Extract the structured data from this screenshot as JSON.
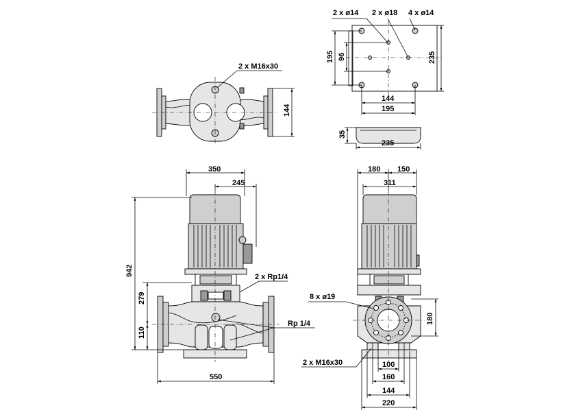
{
  "labels": {
    "top_view_bolts": "2 x M16x30",
    "top_view_dim_144": "144",
    "base_hole_a": "2 x ø14",
    "base_hole_b": "2 x ø18",
    "base_hole_c": "4 x ø14",
    "base_dim_195_v": "195",
    "base_dim_96": "96",
    "base_dim_235_v": "235",
    "base_dim_144": "144",
    "base_dim_195_h": "195",
    "base_side_dim_35": "35",
    "base_side_dim_235": "235",
    "front_dim_350": "350",
    "front_dim_245": "245",
    "front_dim_942": "942",
    "front_dim_279": "279",
    "front_dim_110": "110",
    "front_dim_550": "550",
    "front_conn_a": "2 x Rp1/4",
    "front_conn_b": "Rp 1/4",
    "side_dim_180a": "180",
    "side_dim_150": "150",
    "side_dim_311": "311",
    "side_holes": "8  x ø19",
    "side_dim_180v": "180",
    "side_bolts": "2 x M16x30",
    "side_dim_100": "100",
    "side_dim_160": "160",
    "side_dim_144": "144",
    "side_dim_220": "220"
  },
  "colors": {
    "line": "#000000",
    "fill_grey": "#cfcfcf",
    "fill_light": "#e6e6e6",
    "fill_dark": "#9a9a9a",
    "background": "#ffffff"
  }
}
